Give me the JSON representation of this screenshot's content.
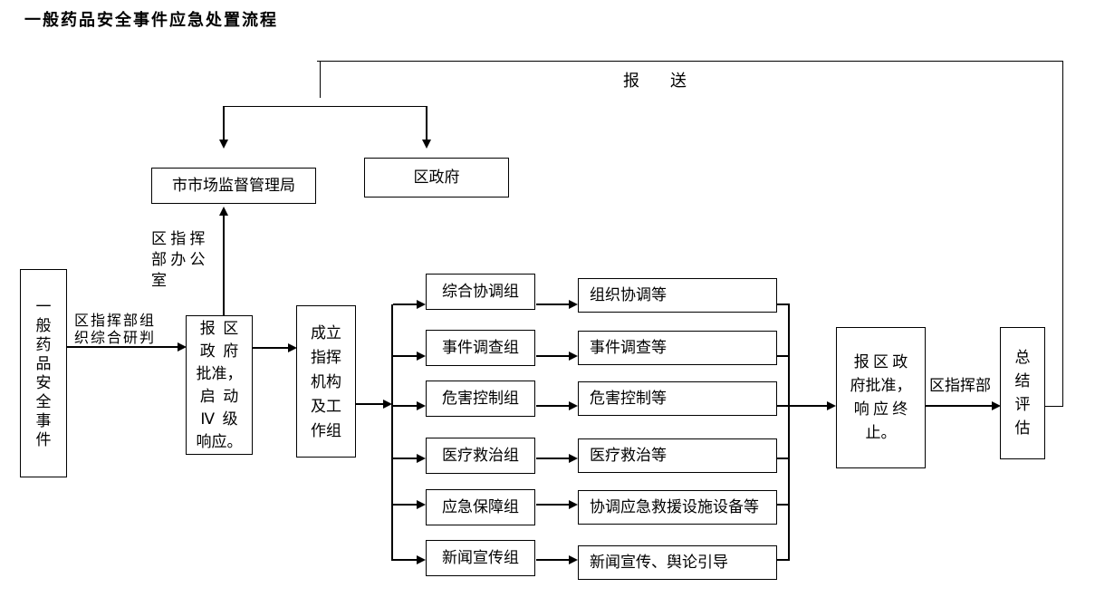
{
  "title": "一般药品安全事件应急处置流程",
  "report": {
    "baosong_label": "报　送",
    "office_label": [
      "区 指 挥",
      "部 办 公",
      "室"
    ],
    "city_bureau": "市市场监督管理局",
    "district_gov": "区政府"
  },
  "flow": {
    "incident": [
      "一",
      "般",
      "药",
      "品",
      "安",
      "全",
      "事",
      "件"
    ],
    "research_label": [
      "区指挥部组",
      "织综合研判"
    ],
    "approve_start": [
      "报  区",
      "政  府",
      "批准，",
      "启  动",
      "Ⅳ  级",
      "响应。"
    ],
    "setup": [
      "成立",
      "指挥",
      "机构",
      "及工",
      "作组"
    ],
    "approve_end": [
      "报 区 政",
      "府批准，",
      "响 应 终",
      "止。"
    ],
    "command_label": "区指挥部",
    "summary": [
      "总",
      "结",
      "评",
      "估"
    ]
  },
  "groups": [
    {
      "name": "综合协调组",
      "task": "组织协调等"
    },
    {
      "name": "事件调查组",
      "task": "事件调查等"
    },
    {
      "name": "危害控制组",
      "task": "危害控制等"
    },
    {
      "name": "医疗救治组",
      "task": "医疗救治等"
    },
    {
      "name": "应急保障组",
      "task": "协调应急救援设施设备等"
    },
    {
      "name": "新闻宣传组",
      "task": "新闻宣传、舆论引导"
    }
  ]
}
